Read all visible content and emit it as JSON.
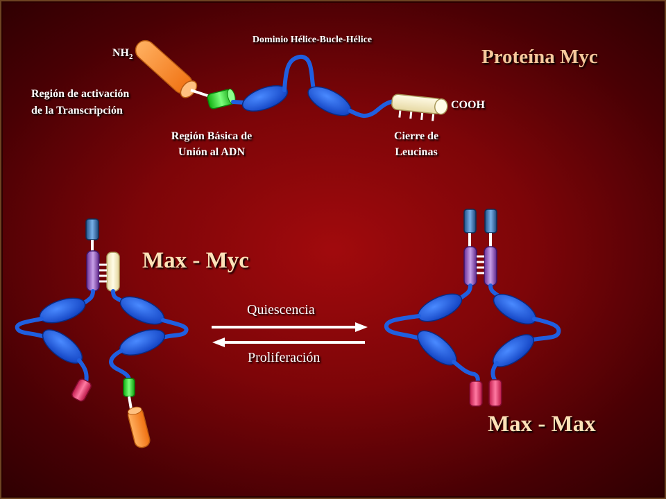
{
  "title": "Proteína Myc",
  "top_labels": {
    "hlh_domain": "Dominio Hélice-Bucle-Hélice",
    "n_terminus": "NH",
    "n_terminus_sub": "2",
    "c_terminus": "COOH",
    "activation_region_line1": "Región de activación",
    "activation_region_line2": "de  la Transcripción",
    "basic_region_line1": "Región Básica de",
    "basic_region_line2": "Unión al ADN",
    "leucine_zipper_line1": "Cierre de",
    "leucine_zipper_line2": "Leucinas"
  },
  "dimers": {
    "max_myc": "Max - Myc",
    "max_max": "Max - Max"
  },
  "transitions": {
    "forward": "Quiescencia",
    "reverse": "Proliferación"
  },
  "colors": {
    "background": "#8b0508",
    "helix_blue": "#1f5fe0",
    "activation_orange": "#ff9a3c",
    "basic_green": "#22dd22",
    "leucine_cream": "#fff4c4",
    "max_purple": "#8a4fb8",
    "max_steel_blue": "#2f6aa8",
    "max_pink": "#ee3a6e",
    "title_color": "#f6c89c"
  }
}
